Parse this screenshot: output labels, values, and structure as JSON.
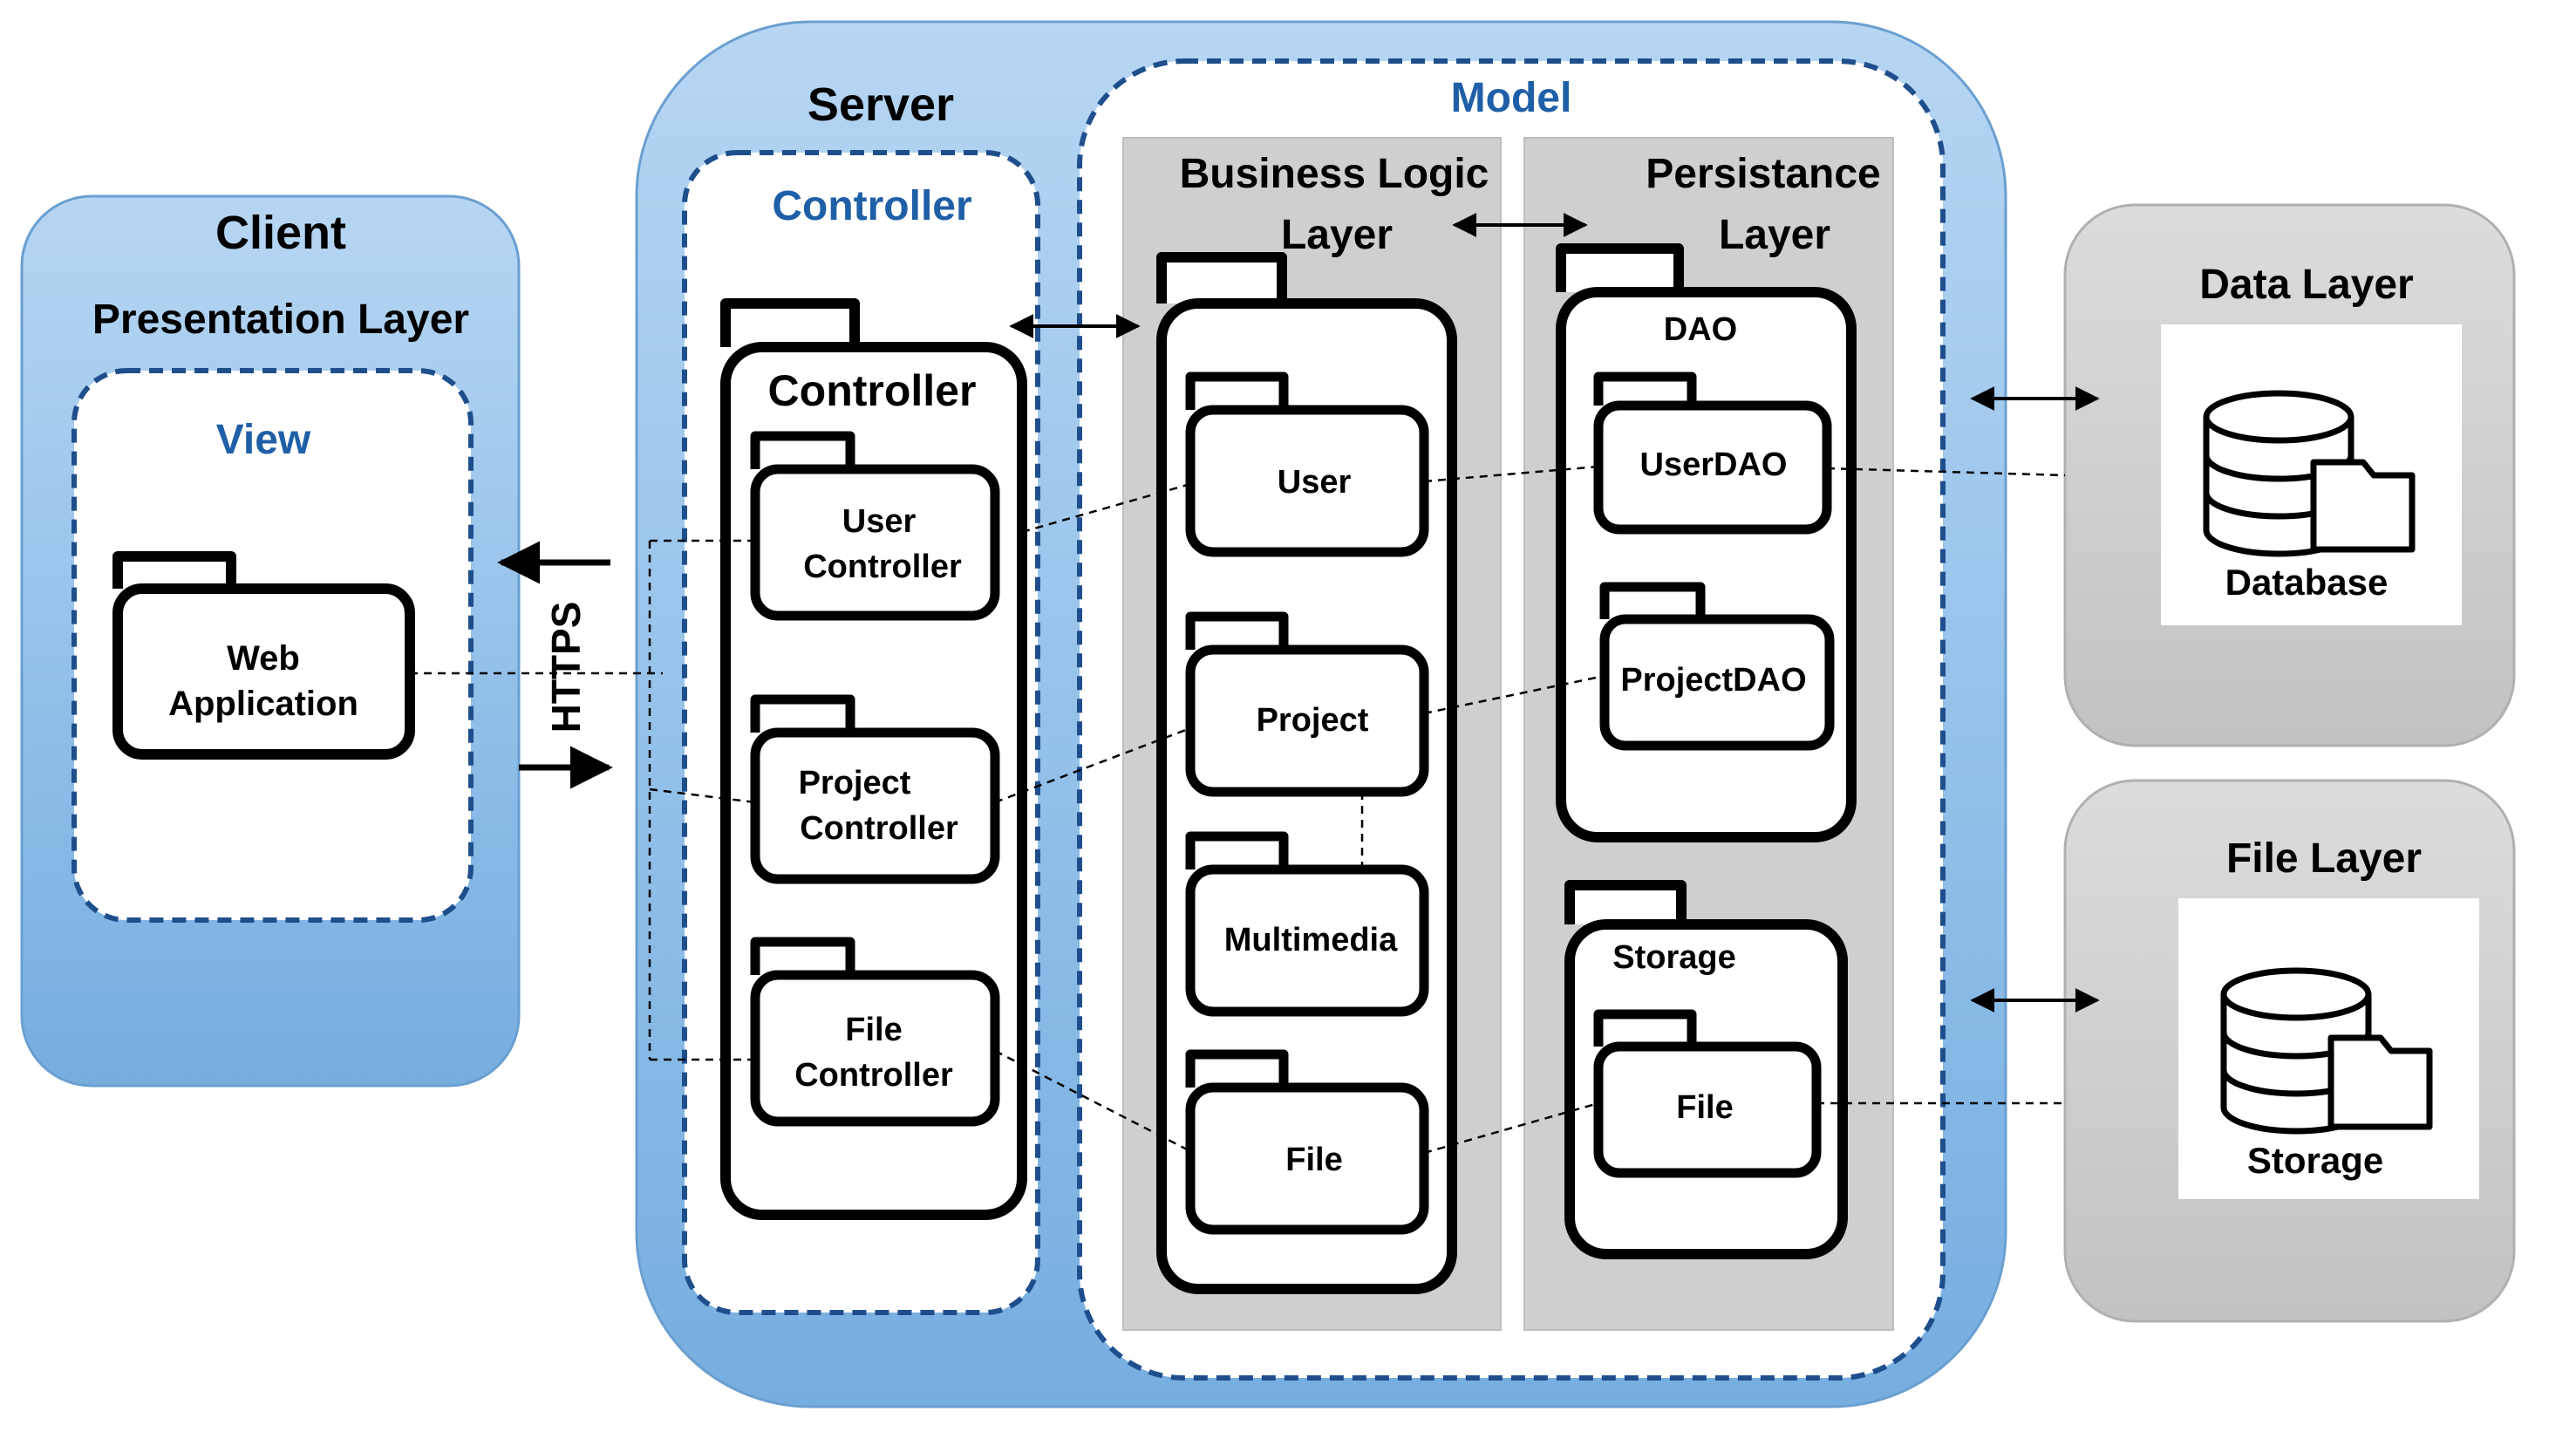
{
  "client": {
    "title": "Client",
    "presentation_layer": "Presentation Layer",
    "view_label": "View",
    "web_app_line1": "Web",
    "web_app_line2": "Application"
  },
  "connection": {
    "protocol": "HTTPS"
  },
  "server": {
    "title": "Server",
    "controller_label": "Controller",
    "controller_package": "Controller",
    "controllers": [
      {
        "line1": "User",
        "line2": "Controller"
      },
      {
        "line1": "Project",
        "line2": "Controller"
      },
      {
        "line1": "File",
        "line2": "Controller"
      }
    ]
  },
  "model": {
    "title": "Model",
    "business_logic_line1": "Business Logic",
    "business_logic_line2": "Layer",
    "persistance_line1": "Persistance",
    "persistance_line2": "Layer",
    "business_items": [
      "User",
      "Project",
      "Multimedia",
      "File"
    ],
    "dao_label": "DAO",
    "dao_items": [
      "UserDAO",
      "ProjectDAO"
    ],
    "storage_label": "Storage",
    "storage_items": [
      "File"
    ]
  },
  "data_layer": {
    "title": "Data Layer",
    "database_label": "Database"
  },
  "file_layer": {
    "title": "File Layer",
    "storage_label": "Storage"
  },
  "colors": {
    "blue_panel": "#7fb4e3",
    "blue_text": "#1f5fa8",
    "grey_panel": "#c9c9c9",
    "grey_column": "#cfcfcf"
  }
}
